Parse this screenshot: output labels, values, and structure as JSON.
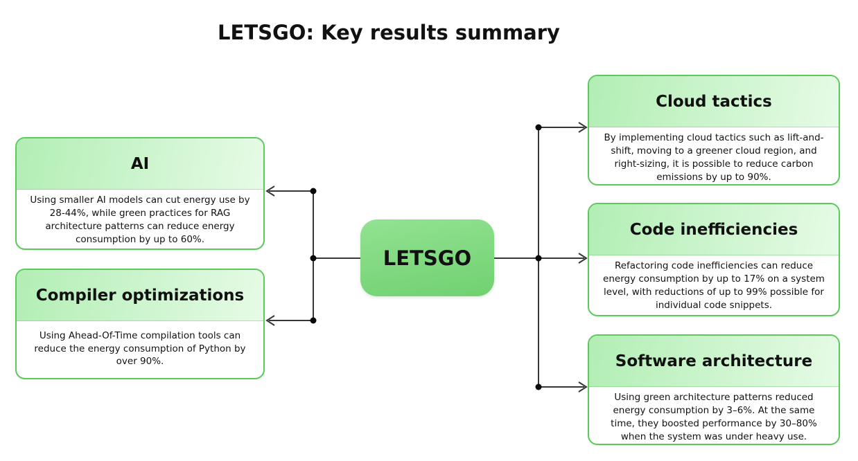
{
  "title": "LETSGO: Key results summary",
  "diagram": {
    "center": {
      "label": "LETSGO"
    },
    "left_nodes": [
      {
        "title": "AI",
        "body": "Using smaller AI models can cut energy use by 28-44%, while green practices for RAG architecture patterns can reduce energy consumption by up to 60%."
      },
      {
        "title": "Compiler optimizations",
        "body": "Using Ahead-Of-Time compilation tools can reduce the energy consumption of Python by over 90%."
      }
    ],
    "right_nodes": [
      {
        "title": "Cloud tactics",
        "body": "By implementing cloud tactics such as lift-and-shift, moving to a greener cloud region, and right-sizing, it is possible to reduce carbon emissions by up to 90%."
      },
      {
        "title": "Code inefficiencies",
        "body": "Refactoring code inefficiencies can reduce energy consumption by up to 17% on a system level, with reductions of up to 99% possible for individual code snippets."
      },
      {
        "title": "Software architecture",
        "body": "Using green architecture patterns reduced energy consumption by 3–6%. At the same time, they boosted performance by 30–80% when the system was under heavy use."
      }
    ]
  },
  "colors": {
    "background": "#ffffff",
    "text": "#111111",
    "box_border": "#5ec75e",
    "header_grad_start": "#b2eeb4",
    "header_grad_end": "#e6fbe6",
    "center_grad_start": "#93e292",
    "center_grad_end": "#70d170",
    "connector": "#363636",
    "dot": "#0a0a0a"
  }
}
